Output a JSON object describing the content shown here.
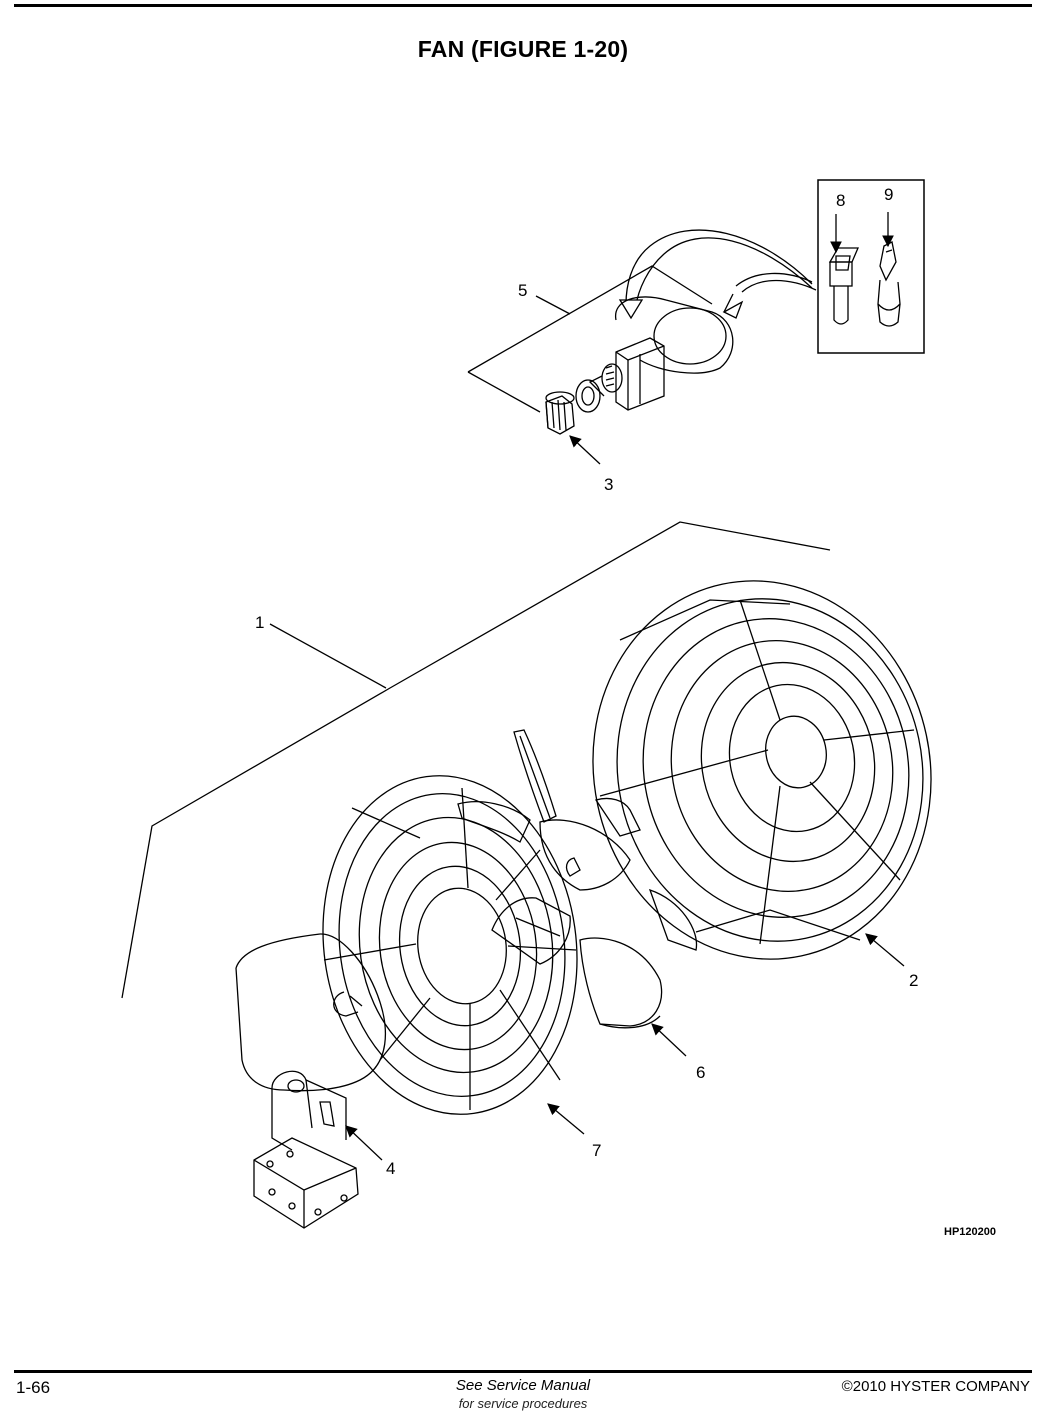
{
  "page": {
    "title": "FAN (FIGURE 1-20)",
    "figure_code": "HP120200",
    "page_number": "1-66",
    "footer_center": "See Service Manual",
    "footer_center_sub": "for service procedures",
    "copyright": "©2010 HYSTER COMPANY"
  },
  "callouts": {
    "c1": "1",
    "c2": "2",
    "c3": "3",
    "c4": "4",
    "c5": "5",
    "c6": "6",
    "c7": "7",
    "c8": "8",
    "c9": "9"
  }
}
